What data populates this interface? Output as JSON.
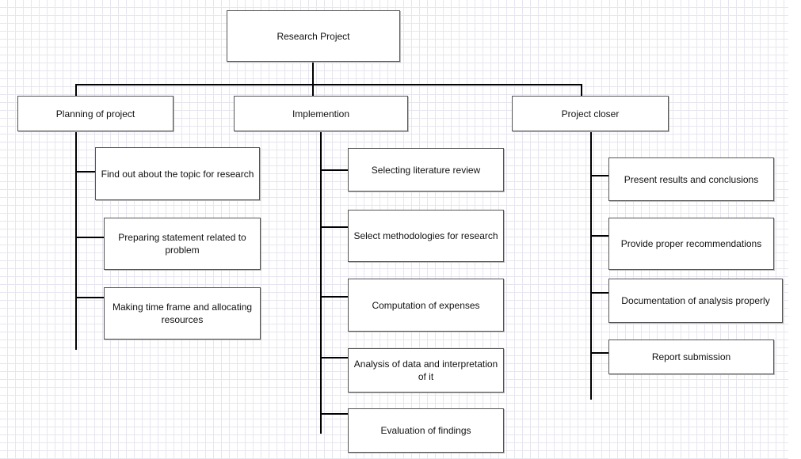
{
  "diagram": {
    "root": "Research Project",
    "branches": [
      {
        "label": "Planning of project",
        "children": [
          "Find out about the topic for research",
          "Preparing statement related to problem",
          "Making time frame and allocating resources"
        ]
      },
      {
        "label": "Implemention",
        "children": [
          "Selecting literature review",
          "Select methodologies for research",
          "Computation of expenses",
          "Analysis of data and interpretation of it",
          "Evaluation of findings"
        ]
      },
      {
        "label": "Project closer",
        "children": [
          "Present results and conclusions",
          "Provide proper recommendations",
          "Documentation of analysis properly",
          "Report submission"
        ]
      }
    ]
  }
}
